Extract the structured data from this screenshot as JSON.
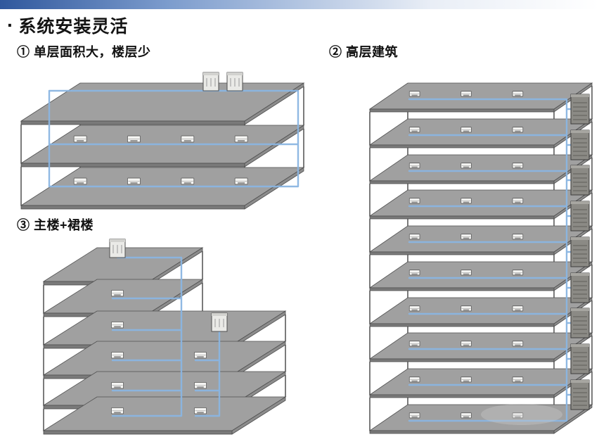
{
  "slide": {
    "title_bullet": "·",
    "title": "系统安装灵活",
    "sections": [
      {
        "id": 1,
        "label": "① 单层面积大，楼层少"
      },
      {
        "id": 2,
        "label": "② 高层建筑"
      },
      {
        "id": 3,
        "label": "③ 主楼+裙楼"
      }
    ],
    "colors": {
      "accent_bar_left": "#30589d",
      "pipe": "#8ab5e2",
      "slab_top": "#a0a0a0",
      "slab_front": "#7a7a7a",
      "slab_side": "#8c8c8c",
      "edge": "#4f4f4f",
      "column": "#5a5a5a",
      "indoor_unit_fill": "#f5f5f3",
      "outdoor_unit_light": "#eaeae7",
      "outdoor_unit_dark": "#8b8a85"
    }
  },
  "diagram": {
    "buildings": [
      {
        "name": "single-layer-large-area",
        "caption": "① 单层面积大，楼层少",
        "floors": 3,
        "indoor_units_per_floor": 4,
        "floors_with_indoor_units": 2,
        "outdoor_units": 2,
        "outdoor_unit_position": "roof"
      },
      {
        "name": "high-rise",
        "caption": "② 高层建筑",
        "floors": 10,
        "indoor_units_per_floor": 3,
        "outdoor_units": 9,
        "outdoor_unit_position": "per-floor-side"
      },
      {
        "name": "main-plus-podium",
        "caption": "③ 主楼+裙楼",
        "tower_floors": 6,
        "podium_floors": 4,
        "indoor_units_tower": 5,
        "indoor_units_podium": 3,
        "outdoor_units": 2,
        "outdoor_unit_position": "tower-roof-and-podium-roof"
      }
    ]
  }
}
